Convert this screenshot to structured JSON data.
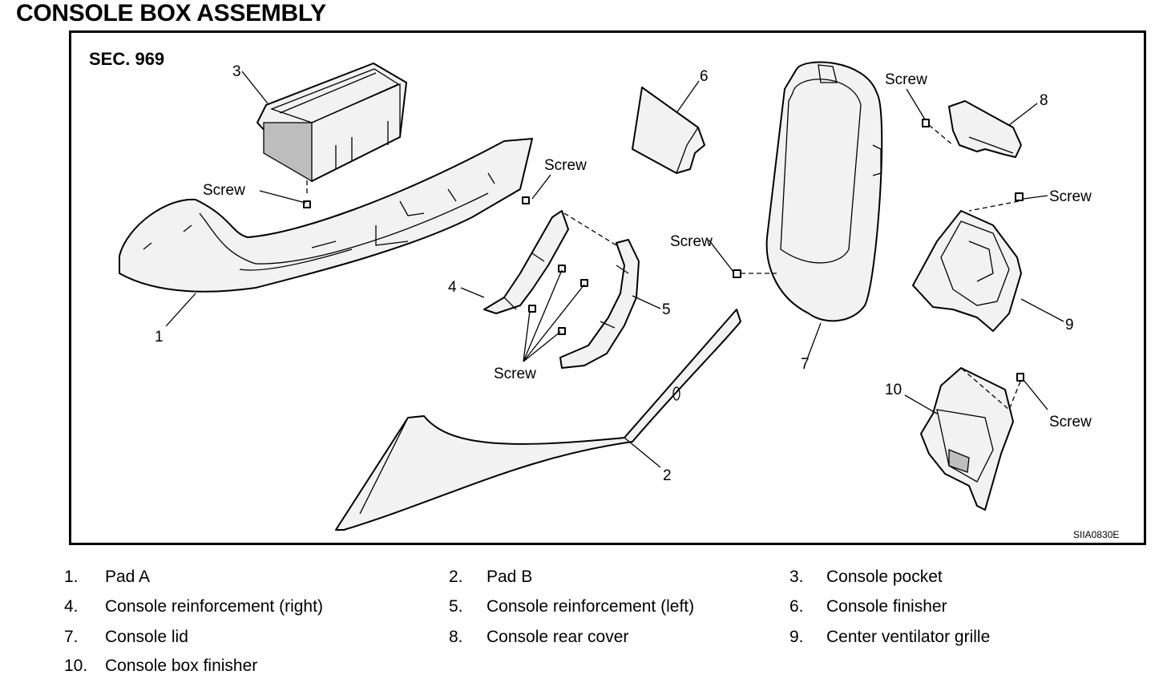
{
  "title": "CONSOLE BOX ASSEMBLY",
  "diagram": {
    "section_label": "SEC. 969",
    "figure_code": "SIIA0830E",
    "callouts": {
      "c1": "1",
      "c2": "2",
      "c3": "3",
      "c4": "4",
      "c5": "5",
      "c6": "6",
      "c7": "7",
      "c8": "8",
      "c9": "9",
      "c10": "10"
    },
    "screw_label": "Screw"
  },
  "legend": [
    {
      "num": "1.",
      "text": "Pad A"
    },
    {
      "num": "2.",
      "text": "Pad B"
    },
    {
      "num": "3.",
      "text": "Console pocket"
    },
    {
      "num": "4.",
      "text": "Console reinforcement (right)"
    },
    {
      "num": "5.",
      "text": "Console reinforcement (left)"
    },
    {
      "num": "6.",
      "text": "Console finisher"
    },
    {
      "num": "7.",
      "text": "Console lid"
    },
    {
      "num": "8.",
      "text": "Console rear cover"
    },
    {
      "num": "9.",
      "text": "Center ventilator grille"
    },
    {
      "num": "10.",
      "text": "Console box finisher"
    }
  ]
}
